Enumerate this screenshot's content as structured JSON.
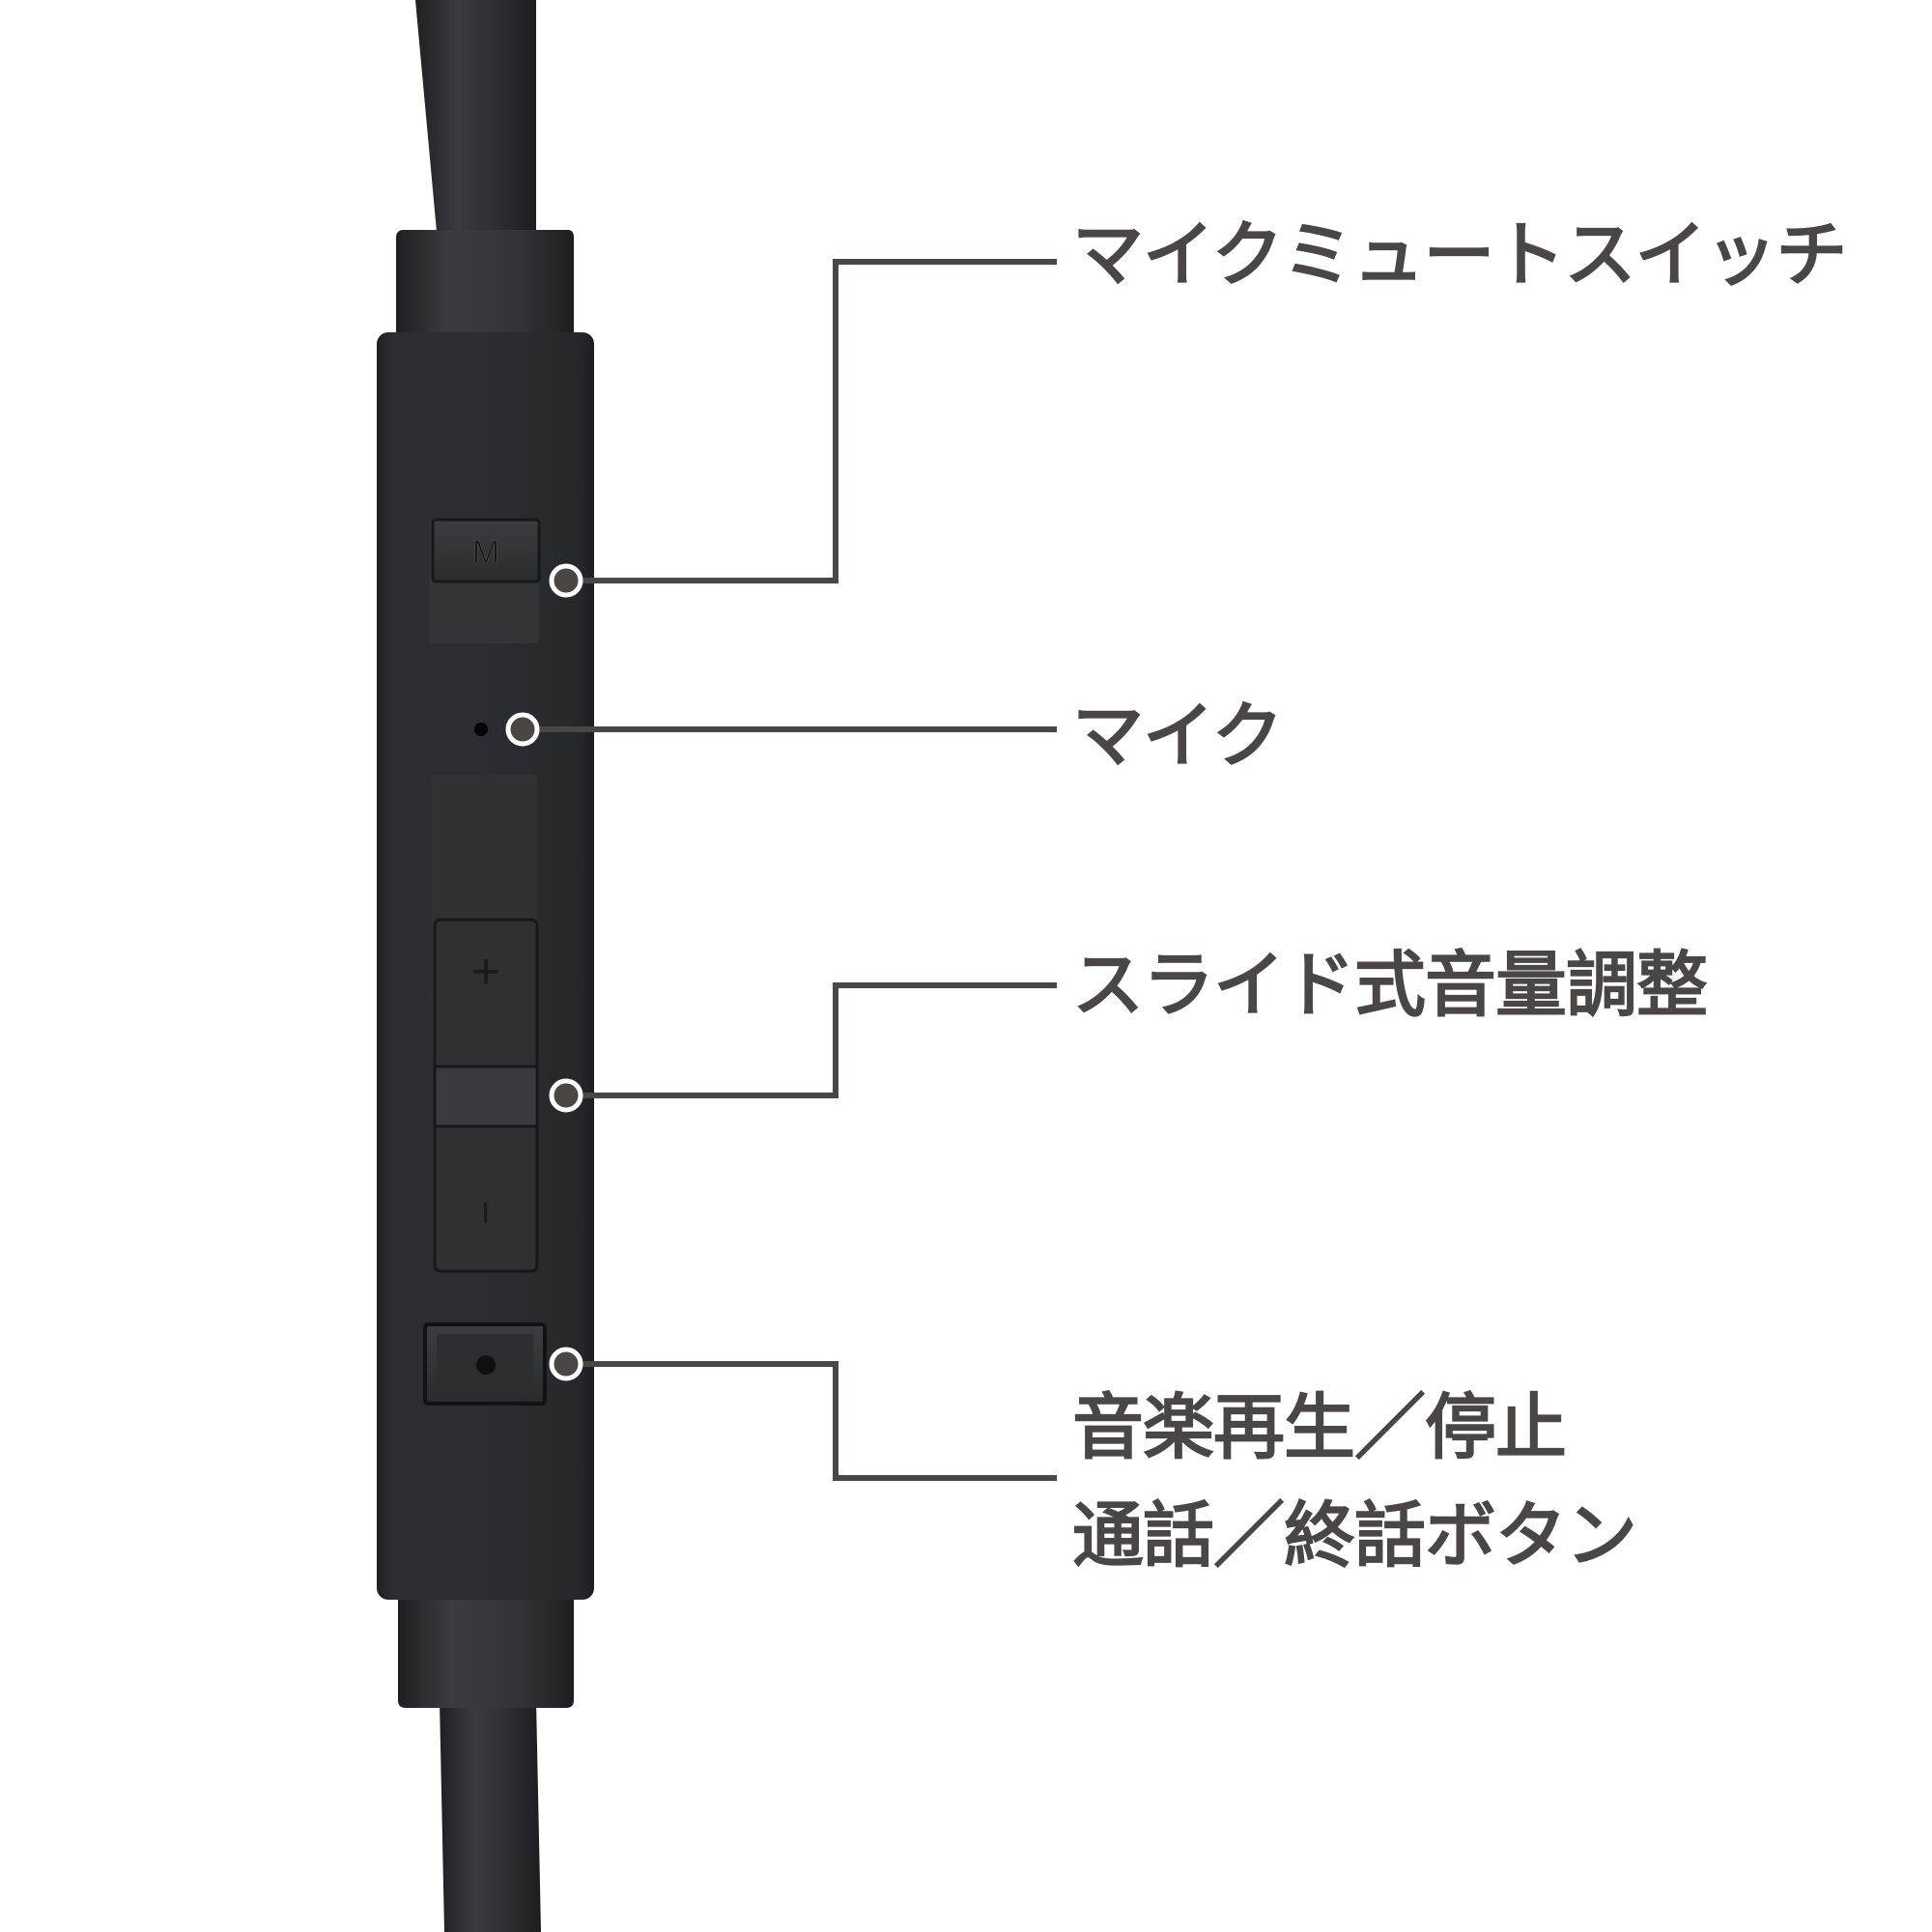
{
  "colors": {
    "background": "#ffffff",
    "label_text": "#4a4645",
    "leader_line": "#4a4645",
    "remote_body": "#2b2c30",
    "cable": "#2c2d31",
    "marker_fill": "#4a4645",
    "marker_ring": "#ffffff"
  },
  "remote": {
    "mute_switch_letter": "M",
    "volume_up_symbol": "+",
    "volume_down_symbol": "−"
  },
  "labels": {
    "mic_mute_switch": "マイクミュートスイッチ",
    "microphone": "マイク",
    "slide_volume": "スライド式音量調整",
    "play_pause_line1": "音楽再生／停止",
    "play_pause_line2": "通話／終話ボタン"
  }
}
